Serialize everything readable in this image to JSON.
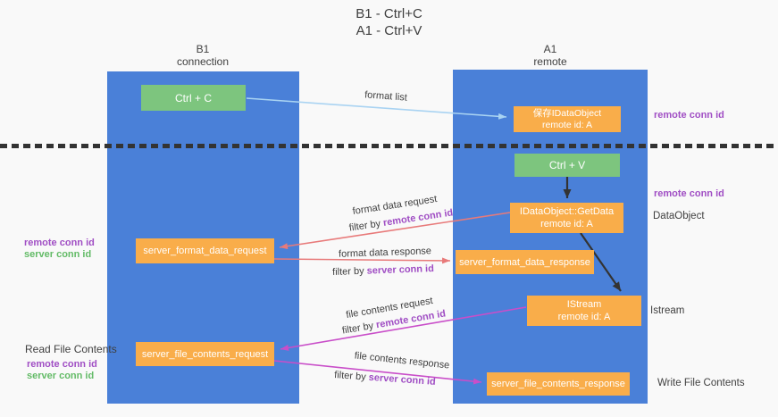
{
  "title": {
    "line1": "B1 - Ctrl+C",
    "line2": "A1 - Ctrl+V"
  },
  "lanes": {
    "b1": {
      "name": "B1",
      "subtitle": "connection"
    },
    "a1": {
      "name": "A1",
      "subtitle": "remote"
    }
  },
  "nodes": {
    "ctrl_c": {
      "label": "Ctrl + C"
    },
    "ctrl_v": {
      "label": "Ctrl + V"
    },
    "save_dataobject": {
      "line1": "保存IDataObject",
      "line2": "remote id: A"
    },
    "getdata": {
      "line1": "IDataObject::GetData",
      "line2": "remote id: A"
    },
    "istream": {
      "line1": "IStream",
      "line2": "remote id: A"
    },
    "server_format_data_request": {
      "label": "server_format_data_request"
    },
    "server_format_data_response": {
      "label": "server_format_data_response"
    },
    "server_file_contents_request": {
      "label": "server_file_contents_request"
    },
    "server_file_contents_response": {
      "label": "server_file_contents_response"
    }
  },
  "edge_labels": {
    "format_list": "format list",
    "format_data_request": "format data request",
    "format_data_response": "format data response",
    "file_contents_request": "file contents request",
    "file_contents_response": "file contents response",
    "filter_by": "filter by",
    "remote_conn_id": "remote conn id",
    "server_conn_id": "server conn id"
  },
  "annotations": {
    "left_format": {
      "remote": "remote conn id",
      "server": "server conn id"
    },
    "left_file": {
      "title": "Read File Contents",
      "remote": "remote conn id",
      "server": "server conn id"
    },
    "right": {
      "remote_conn_id_top": "remote conn id",
      "remote_conn_id_mid": "remote conn id",
      "dataobject": "DataObject",
      "istream": "Istream",
      "write_file_contents": "Write File Contents"
    }
  },
  "colors": {
    "bg": "#f9f9f9",
    "lane_blue": "#4a80d8",
    "node_green": "#7dc57e",
    "node_orange": "#f9ad4a",
    "arrow_lightblue": "#a9d3f2",
    "arrow_salmon": "#e87a7a",
    "arrow_magenta": "#c94ec9",
    "arrow_black": "#333333",
    "text_purple": "#a04ec4",
    "text_green": "#63bb67",
    "text_dark": "#3f3f3f",
    "divider_black": "#333333"
  }
}
